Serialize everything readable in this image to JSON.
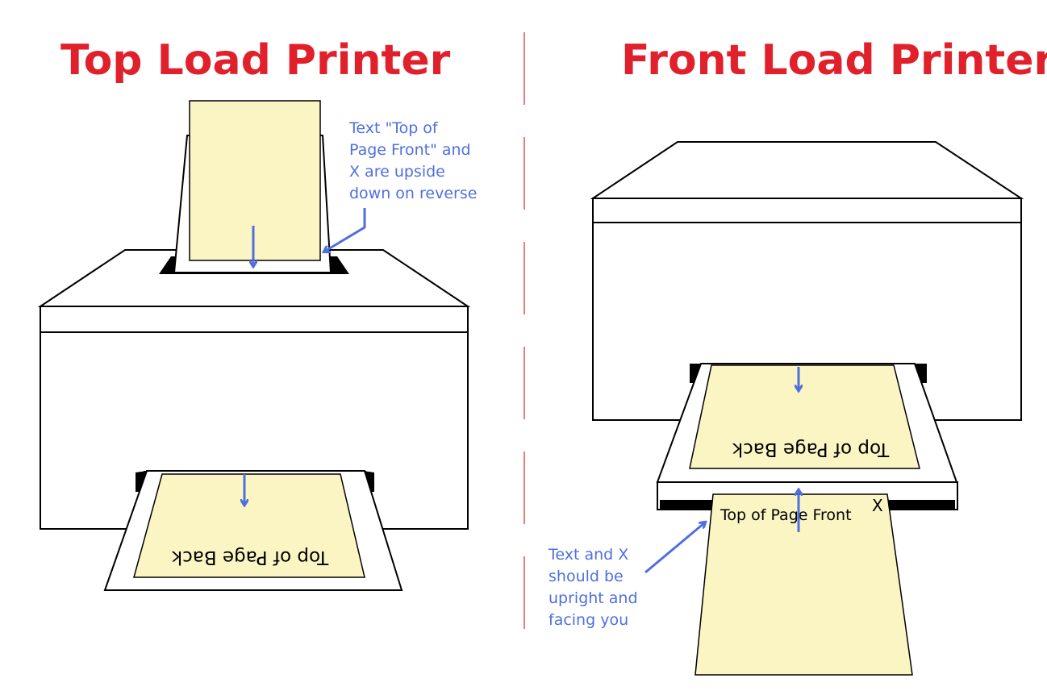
{
  "colors": {
    "title": "#e0202a",
    "annotation": "#4f6fe0",
    "paper": "#fbf5c4",
    "outline": "#000000",
    "divider": "#e05050"
  },
  "left_panel": {
    "title": "Top Load Printer",
    "annotation_lines": [
      "Text \"Top of",
      "Page Front\" and",
      "X are upside",
      "down on reverse"
    ],
    "output_paper_text": "Top of Page Back"
  },
  "right_panel": {
    "title": "Front Load Printer",
    "tray_paper_text": "Top of Page Back",
    "front_paper_text": "Top of Page Front",
    "x_mark": "X",
    "annotation_lines": [
      "Text and X",
      "should be",
      "upright and",
      "facing you"
    ]
  },
  "icons": [
    "arrow-down-icon",
    "arrow-up-icon",
    "pointer-arrow-icon"
  ]
}
